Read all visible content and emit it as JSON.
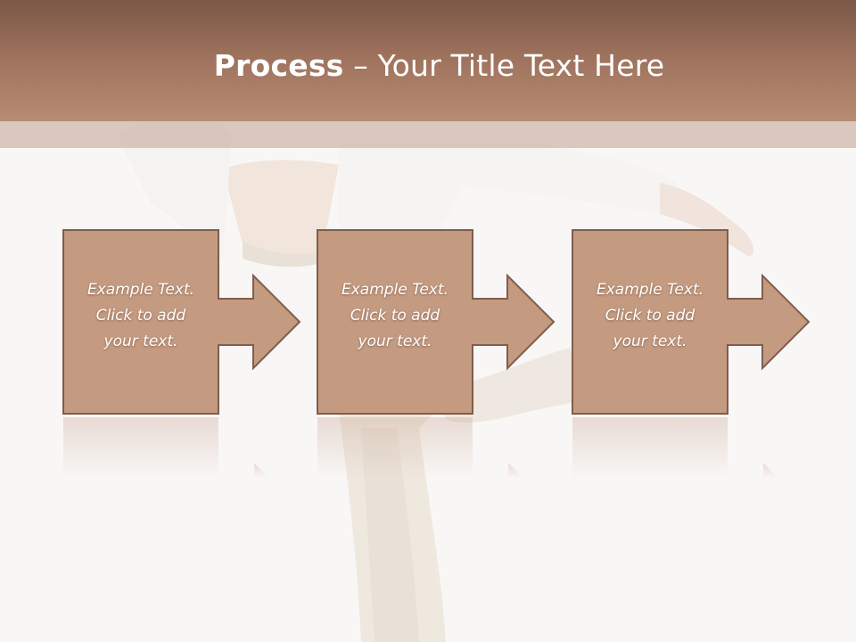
{
  "slide": {
    "title_bold": "Process",
    "title_rest": " – Your Title Text Here",
    "accent_color": "#c49a80",
    "header_color": "#9d715c"
  },
  "background": {
    "image": "photo of a dancing man in white shirt and beige trousers (faded)"
  },
  "steps": [
    {
      "lines": [
        "Example Text.",
        "Click  to add",
        "your text."
      ],
      "icon": "arrow-right-icon"
    },
    {
      "lines": [
        "Example Text.",
        "Click  to add",
        "your text."
      ],
      "icon": "arrow-right-icon"
    },
    {
      "lines": [
        "Example Text.",
        "Click  to add",
        "your text."
      ],
      "icon": "arrow-right-icon"
    }
  ]
}
